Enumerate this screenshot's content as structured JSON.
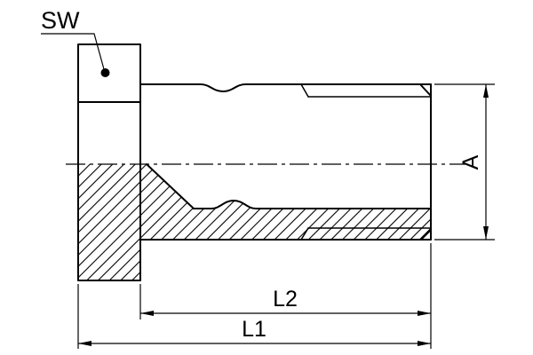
{
  "page": {
    "background": "#ffffff",
    "ink": "#000000"
  },
  "labels": {
    "wrench_size": "SW",
    "outer_diameter": "A",
    "thread_length": "L2",
    "overall_length": "L1"
  }
}
